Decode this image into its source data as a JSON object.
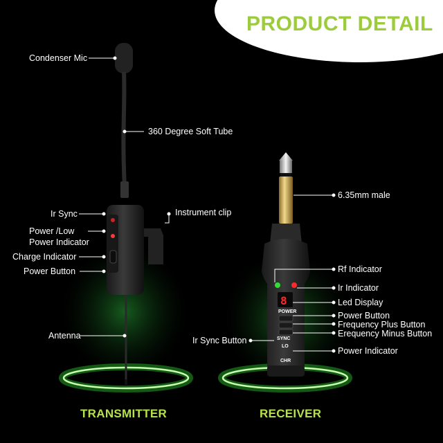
{
  "header": {
    "title": "PRODUCT DETAIL"
  },
  "transmitter": {
    "title": "TRANSMITTER",
    "labels": {
      "condenser_mic": "Condenser Mic",
      "soft_tube": "360 Degree Soft Tube",
      "ir_sync": "Ir Sync",
      "power_low_1": "Power /Low",
      "power_low_2": "Power Indicator",
      "charge_indicator": "Charge Indicator",
      "power_button": "Power Button",
      "instrument_clip": "Instrument clip",
      "antenna": "Antenna"
    }
  },
  "receiver": {
    "title": "RECEIVER",
    "labels": {
      "male_plug": "6.35mm male",
      "rf_indicator": "Rf Indicator",
      "ir_indicator": "Ir Indicator",
      "led_display": "Led Display",
      "power_button": "Power Button",
      "freq_plus": "Frequency Plus Button",
      "freq_minus": "Erequency Minus Button",
      "ir_sync_button": "Ir Sync Button",
      "power_indicator": "Power Indicator"
    },
    "device_text": {
      "led_value": "8",
      "power": "POWER",
      "sync": "SYNC",
      "lo": "LO",
      "chr": "CHR"
    }
  },
  "colors": {
    "accent_green": "#9ccb3c",
    "glow_green": "#39ff3a",
    "led_red": "#ff2a2a"
  }
}
